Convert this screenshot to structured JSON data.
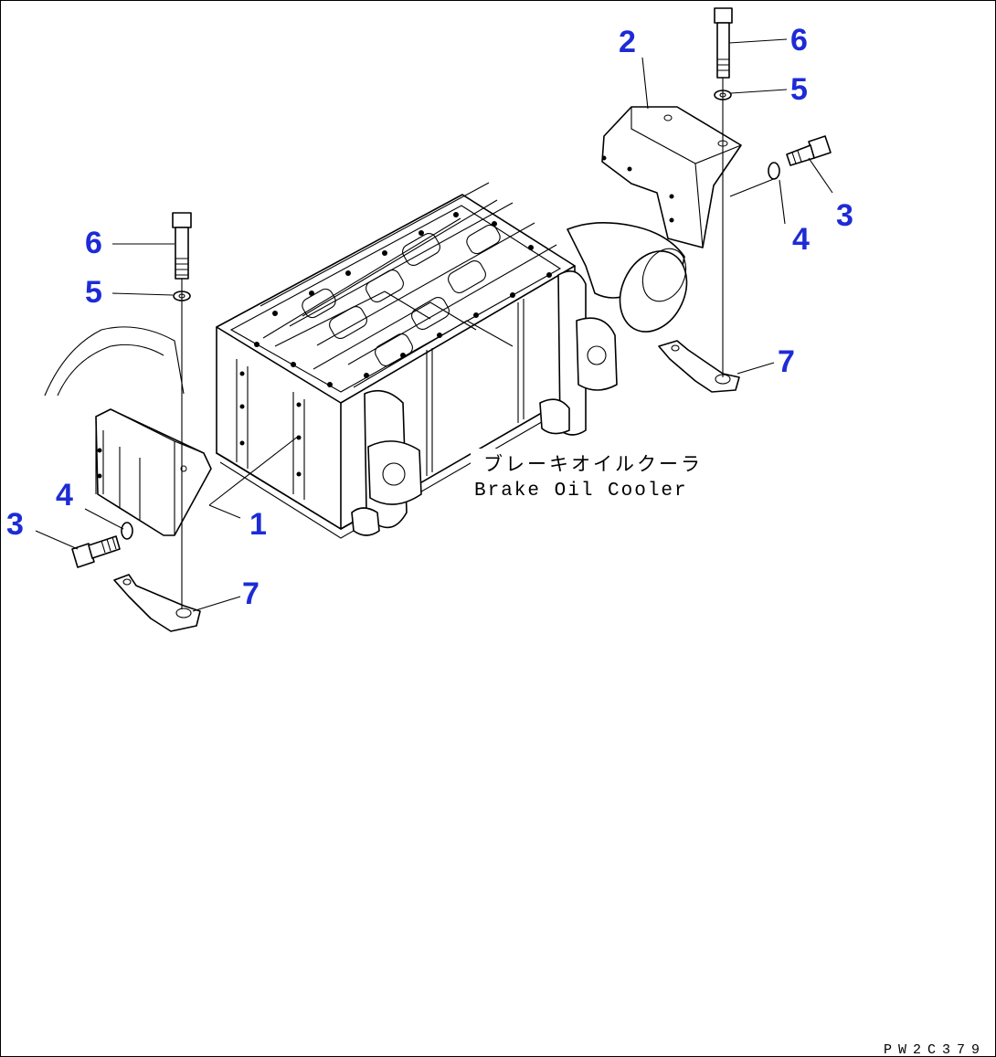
{
  "callouts": {
    "c1": "1",
    "c2": "2",
    "c3_left": "3",
    "c3_right": "3",
    "c4_left": "4",
    "c4_right": "4",
    "c5_left": "5",
    "c5_right": "5",
    "c6_left": "6",
    "c6_right": "6",
    "c7_left": "7",
    "c7_right": "7"
  },
  "labels": {
    "component_jp": "ブレーキオイルクーラ",
    "component_en": "Brake Oil Cooler"
  },
  "drawing_code": "PW2C379",
  "colors": {
    "callout": "#1d2bd6",
    "line": "#000000",
    "background": "#ffffff"
  }
}
